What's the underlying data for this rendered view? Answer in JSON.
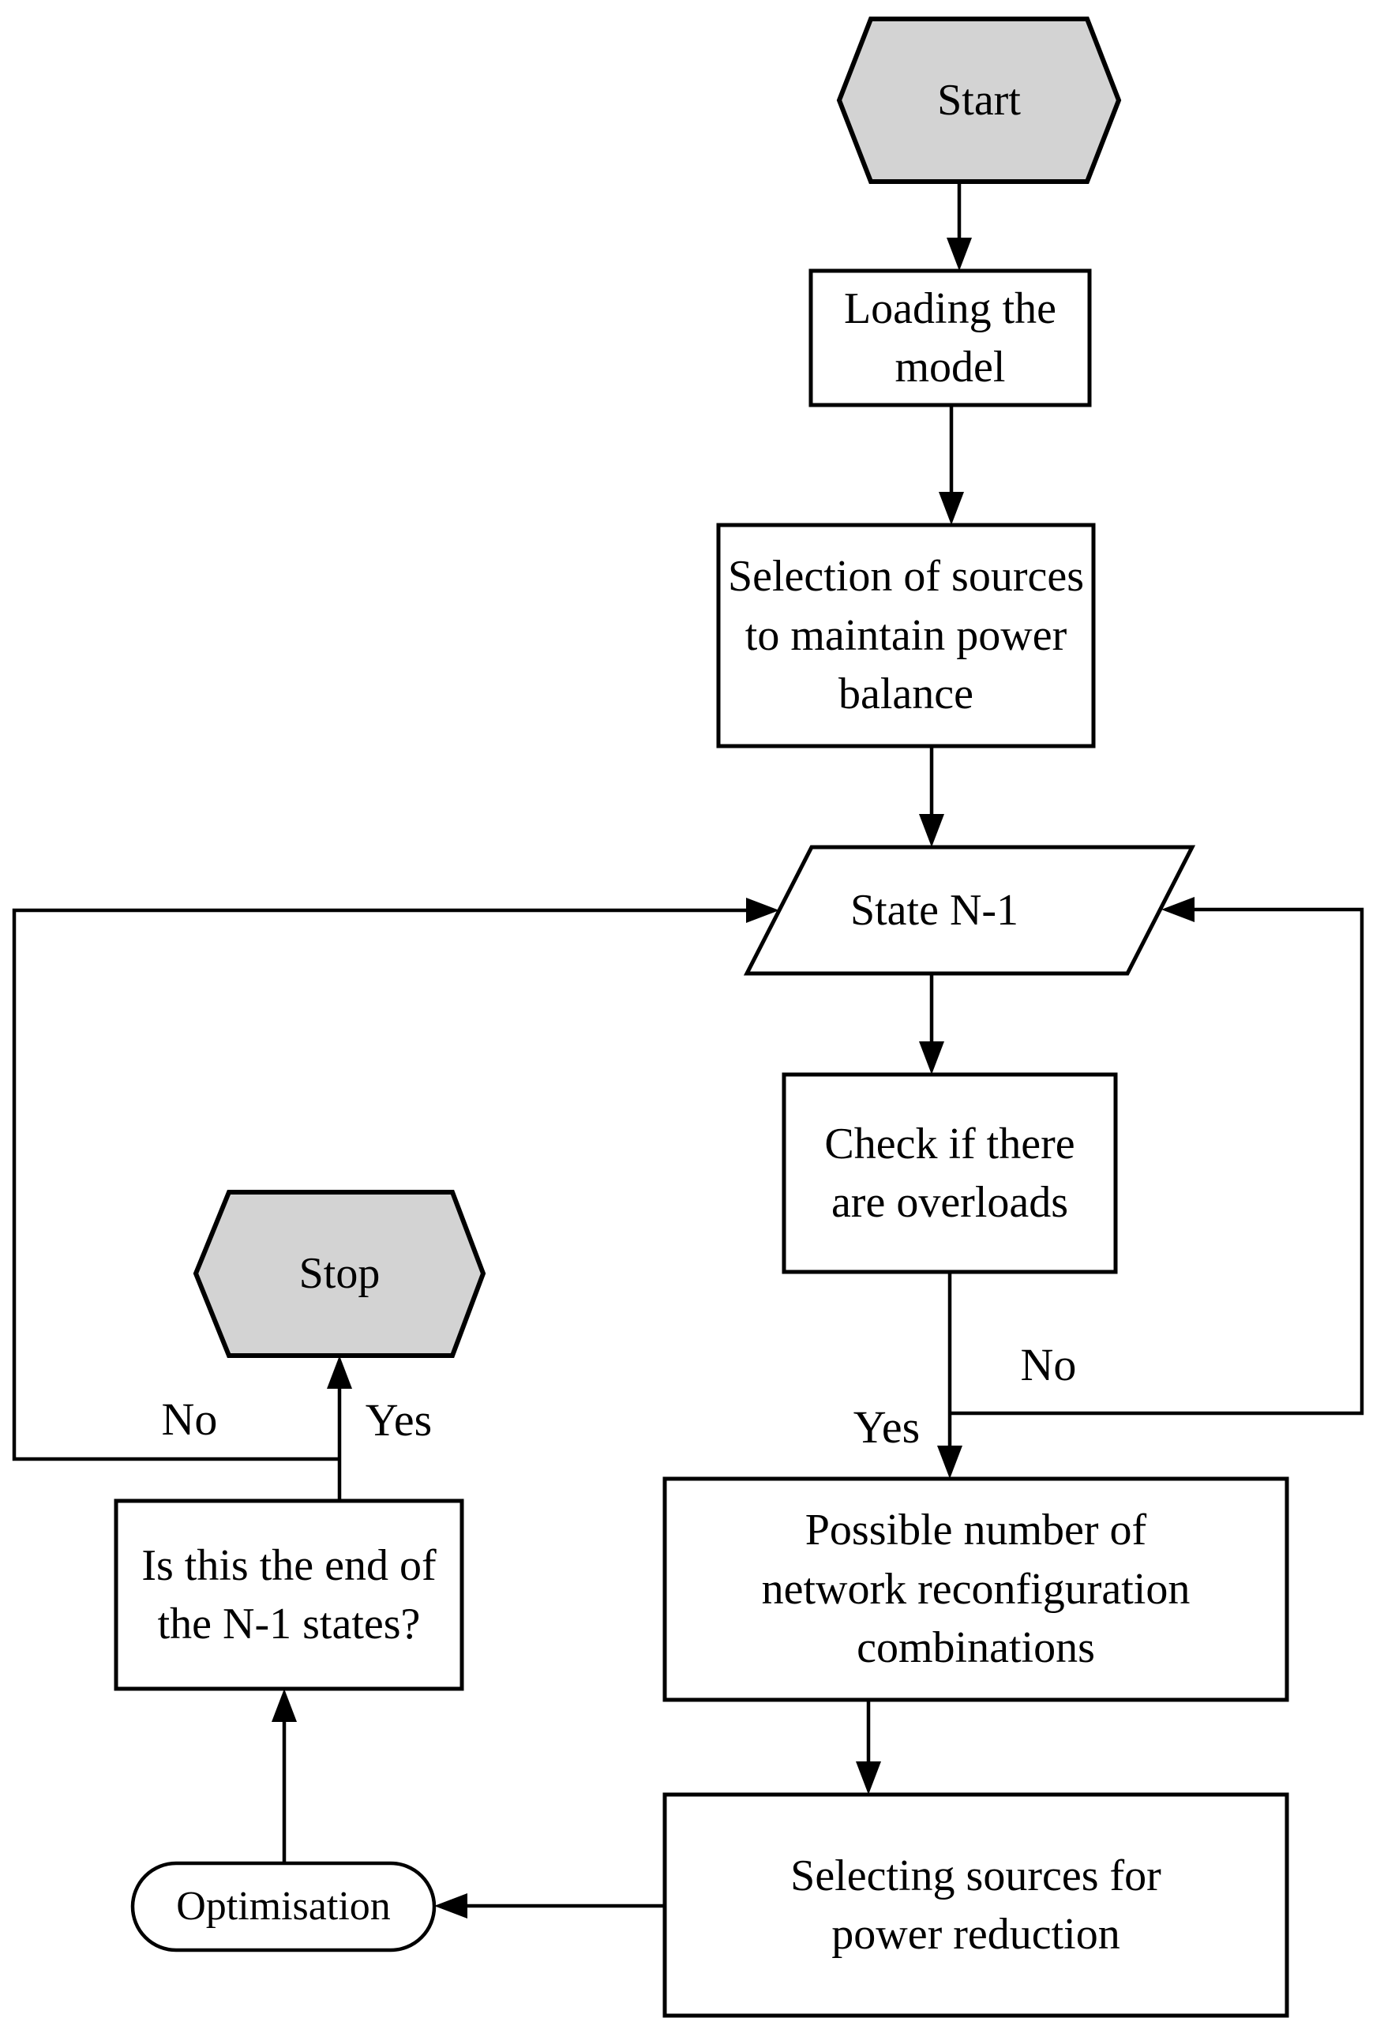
{
  "diagram": {
    "type": "flowchart",
    "colors": {
      "terminator_fill": "#d3d3d3",
      "shape_fill": "#ffffff",
      "stroke": "#000000",
      "background": "#ffffff"
    },
    "nodes": {
      "start": {
        "shape": "hexagon-terminator",
        "label": "Start"
      },
      "loading": {
        "shape": "process-rect",
        "lines": [
          "Loading the",
          "model"
        ]
      },
      "selection": {
        "shape": "process-rect",
        "lines": [
          "Selection of sources",
          "to maintain power",
          "balance"
        ]
      },
      "state_n1": {
        "shape": "data-parallelogram",
        "label": "State N-1"
      },
      "check": {
        "shape": "process-rect",
        "lines": [
          "Check if there",
          "are overloads"
        ]
      },
      "possible": {
        "shape": "process-rect",
        "lines": [
          "Possible number of",
          "network reconfiguration",
          "combinations"
        ]
      },
      "selecting": {
        "shape": "process-rect",
        "lines": [
          "Selecting sources for",
          "power reduction"
        ]
      },
      "optimisation": {
        "shape": "stadium",
        "label": "Optimisation"
      },
      "is_end": {
        "shape": "process-rect",
        "lines": [
          "Is this the end of",
          "the N-1 states?"
        ]
      },
      "stop": {
        "shape": "hexagon-terminator",
        "label": "Stop"
      }
    },
    "edges": [
      {
        "from": "start",
        "to": "loading",
        "label": ""
      },
      {
        "from": "loading",
        "to": "selection",
        "label": ""
      },
      {
        "from": "selection",
        "to": "state_n1",
        "label": ""
      },
      {
        "from": "state_n1",
        "to": "check",
        "label": ""
      },
      {
        "from": "check",
        "to": "possible",
        "label": "Yes"
      },
      {
        "from": "check",
        "to": "state_n1",
        "label": "No"
      },
      {
        "from": "possible",
        "to": "selecting",
        "label": ""
      },
      {
        "from": "selecting",
        "to": "optimisation",
        "label": ""
      },
      {
        "from": "optimisation",
        "to": "is_end",
        "label": ""
      },
      {
        "from": "is_end",
        "to": "stop",
        "label": "Yes"
      },
      {
        "from": "is_end",
        "to": "state_n1",
        "label": "No"
      }
    ]
  }
}
